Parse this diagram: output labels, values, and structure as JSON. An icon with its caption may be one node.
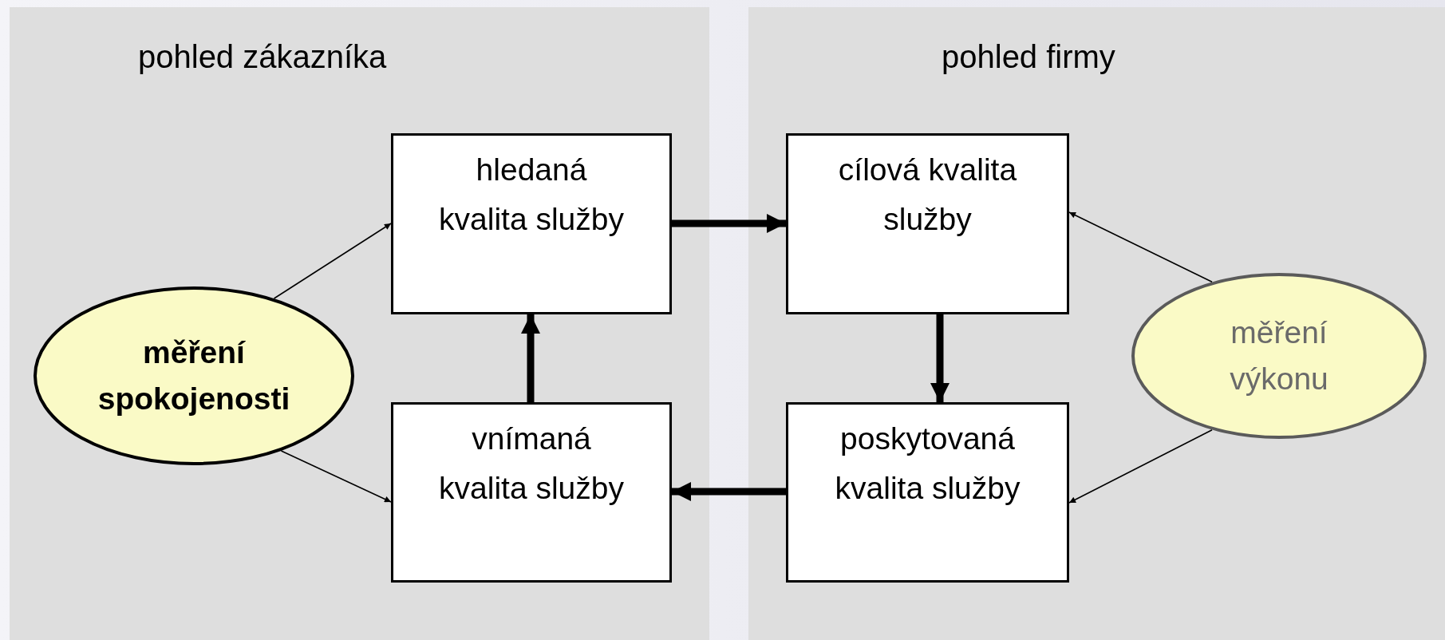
{
  "diagram": {
    "nodes": [
      {
        "text": [
          "pohled zákazníka"
        ]
      },
      {
        "text": [
          "hledaná kvalita služby"
        ],
        "in": 0
      },
      {
        "text": [
          "měření spokojenosti"
        ],
        "in": 0
      },
      {
        "text": [
          "vnímaná kvalita služby"
        ],
        "in": 0
      },
      {
        "text": [
          "pohled firmy"
        ]
      },
      {
        "text": [
          "cílová kvalita služby"
        ],
        "in": 4
      },
      {
        "text": [
          "měření výkonu"
        ],
        "in": 4
      },
      {
        "text": [
          "poskytovaná kvalita služby"
        ],
        "in": 4
      }
    ],
    "edges": [
      {
        "from": 1,
        "to": 5,
        "arrow": "to",
        "style": "thick"
      },
      {
        "from": 5,
        "to": 7,
        "arrow": "to",
        "style": "thick"
      },
      {
        "from": 7,
        "to": 3,
        "arrow": "to",
        "style": "thick"
      },
      {
        "from": 3,
        "to": 1,
        "arrow": "to",
        "style": "thick"
      },
      {
        "from": 2,
        "to": 1,
        "arrow": "to"
      },
      {
        "from": 2,
        "to": 3,
        "arrow": "to"
      },
      {
        "from": 6,
        "to": 5,
        "arrow": "to"
      },
      {
        "from": 6,
        "to": 7,
        "arrow": "to"
      }
    ]
  }
}
